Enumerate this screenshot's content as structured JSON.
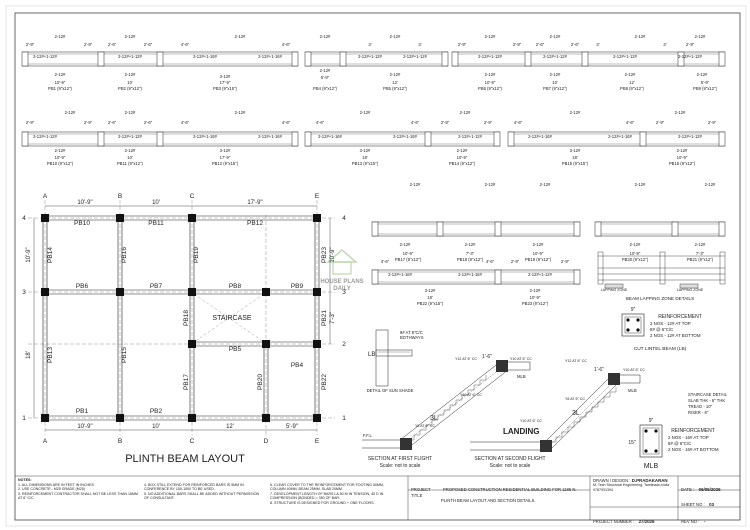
{
  "drawing": {
    "main_title": "PLINTH BEAM LAYOUT",
    "watermark_line1": "HOUSE PLANS",
    "watermark_line2": "DAILY",
    "staircase_label": "STAIRCASE",
    "beam_lapping_caption": "BEAM LAPPING ZONE DETAILS",
    "lapping_zone_label": "LAPPING ZONE",
    "lintel": {
      "caption": "CUT LINTEL BEAM (LB)",
      "size": "9\"",
      "heading": "REINFORCEMENT",
      "line1": "2 NOS - 12# AT TOP",
      "line2": "8# @ 6\"C/C",
      "line3": "2 NOS - 12# AT BOTTOM"
    },
    "mlb": {
      "caption": "MLB",
      "width": "9\"",
      "depth": "15\"",
      "heading": "REINFORCEMENT",
      "line1": "2 NOS - 16# AT TOP",
      "line2": "8# @ 6\"C/C",
      "line3": "2 NOS - 16# AT BOTTOM"
    },
    "staircase_detail": {
      "line1": "STAIRCASE DETAIL",
      "line2": "SLAB THK - 6\" THK",
      "line3": "TREAD - 10\"",
      "line4": "RISER - 6\""
    },
    "sunshade": {
      "label": "LB",
      "note1": "8# AT 6\"C/C",
      "note2": "BOTHWAYS",
      "caption": "DETAIL OF SUN SHADE"
    },
    "first_flight": {
      "title": "SECTION AT FIRST FLIGHT",
      "scale": "Scale: not to scale",
      "ffl": "F.F.L",
      "landing_dim": "1'-6\"",
      "length_label": "3L",
      "bar1": "Y12 AT 6\" CC",
      "bar2": "Y10 AT 6\" CC",
      "bar3": "Y8 AT 6\" CC",
      "mlb": "MLB"
    },
    "second_flight": {
      "title": "SECTION AT SECOND FLIGHT",
      "scale": "Scale: not to scale",
      "landing": "LANDING",
      "landing_dim": "1'-6\"",
      "length_label": "3L",
      "bar1": "Y12 AT 6\" CC",
      "bar2": "Y10 AT 6\" CC",
      "bar3": "Y8 AT 6\" CC",
      "mlb": "MLB"
    },
    "bar_top": "2-12#",
    "bar_extra12": "2-12#+1-12#",
    "bar_extra16": "2-12#+1-16#",
    "bar_bottom": "3-12#",
    "beams_row1": [
      {
        "name": "PB1 (9\"x12\")",
        "span": "10'-9\""
      },
      {
        "name": "PB2 (9\"x12\")",
        "span": "10'"
      },
      {
        "name": "PB3 (9\"x15\")",
        "span": "17'-9\""
      },
      {
        "name": "PB4 (9\"x12\")",
        "span": "5'-9\""
      },
      {
        "name": "PB5 (9\"x12\")",
        "span": "12'"
      },
      {
        "name": "PB6 (9\"x12\")",
        "span": "10'-9\""
      },
      {
        "name": "PB7 (9\"x12\")",
        "span": "10'"
      },
      {
        "name": "PB8 (9\"x12\")",
        "span": "12'"
      },
      {
        "name": "PB9 (9\"x12\")",
        "span": "5'-9\""
      }
    ],
    "beams_row2": [
      {
        "name": "PB10 (9\"x12\")",
        "span": "10'-9\""
      },
      {
        "name": "PB11 (9\"x12\")",
        "span": "10'"
      },
      {
        "name": "PB12 (9\"x15\")",
        "span": "17'-9\""
      },
      {
        "name": "PB13 (9\"x15\")",
        "span": "18'"
      },
      {
        "name": "PB14 (9\"x12\")",
        "span": "10'-9\""
      },
      {
        "name": "PB15 (9\"x15\")",
        "span": "18'"
      },
      {
        "name": "PB16 (9\"x12\")",
        "span": "10'-9\""
      }
    ],
    "beams_row3": [
      {
        "name": "PB17 (9\"x12\")",
        "span": "10'-9\""
      },
      {
        "name": "PB18 (9\"x12\")",
        "span": "7'-3\""
      },
      {
        "name": "PB19 (9\"x12\")",
        "span": "10'-9\""
      },
      {
        "name": "PB20 (9\"x12\")",
        "span": "10'-9\""
      },
      {
        "name": "PB21 (9\"x12\")",
        "span": "7'-3\""
      }
    ],
    "beams_row4": [
      {
        "name": "PB22 (9\"x15\")",
        "span": "18'"
      },
      {
        "name": "PB23 (9\"x12\")",
        "span": "10'-9\""
      }
    ],
    "lap_dims": {
      "a": "2'-9\"",
      "b": "2'-6\"",
      "c": "4'-6\"",
      "d": "3'"
    },
    "grid_cols": [
      "A",
      "B",
      "C",
      "D",
      "E"
    ],
    "grid_rows": [
      "1",
      "2",
      "3",
      "4"
    ],
    "top_dims": [
      "10'-9\"",
      "10'",
      "17'-9\""
    ],
    "bottom_dims": [
      "10'-9\"",
      "10'",
      "12'",
      "5'-9\""
    ],
    "left_dims": [
      "10'-9\"",
      "18'"
    ],
    "right_dims": [
      "10'-9\"",
      "7'-3\""
    ],
    "plan_labels": {
      "PB1": "PB1",
      "PB2": "PB2",
      "PB4": "PB4",
      "PB5": "PB5",
      "PB6": "PB6",
      "PB7": "PB7",
      "PB8": "PB8",
      "PB9": "PB9",
      "PB10": "PB10",
      "PB11": "PB11",
      "PB12": "PB12",
      "PB13": "PB13",
      "PB14": "PB14",
      "PB15": "PB15",
      "PB16": "PB16",
      "PB17": "PB17",
      "PB18": "PB18",
      "PB19": "PB19",
      "PB20": "PB20",
      "PB21": "PB21",
      "PB22": "PB22",
      "PB23": "PB23"
    }
  },
  "title_block": {
    "notes_heading": "NOTES:",
    "notes": [
      "1. ALL DIMENSIONS ARE IN FEET IN INCHES",
      "2. USE CONCRETE - M25 GRADE (M25)",
      "3. REINFORCEMENT CONTRACTOR SHALL NOT BE LESS THAN 16MM AT 6\" C/C",
      "4. BOX STILL EXTEND FOR REINFORCED BARS IS 5MM IN CONFERENCE BY 150-1500 TO BE USED.",
      "5. NO ADDITIONAL BARS SHALL BE ADDED WITHOUT PERMISSION OF CONSULTANT.",
      "6. CLEAR COVER TO THE REINFORCEMENT FOR FOOTING 50MM, COLUMN 40MM, BEAM 25MM, SLAB 20MM.",
      "7. DEVELOPMENT LENGTH OF BARS LA 50 M IN TENSION, 40 D IN COMPRESSION (BONDED = 350 OF BAR.",
      "8. STRUCTURE IS DESIGNED FOR GROUND + ONE FLOORS."
    ],
    "project_label": "PROJECT",
    "project_value": "PROPOSED CONSTRUCTION RESIDENTIAL BUILDING FOR 1185 N.",
    "title_label": "TITLE",
    "title_value": "PLINTH BEAM LAYOUT AND SECTION DETAILS.",
    "drawn_label": "DRAWN / DESIGN :",
    "drawn_value": "D.PRADAKARAN",
    "drawn_sub1": "M. Tech Structural Engineering, Tamilnadu,India",
    "drawn_sub2": "9787931394",
    "date_label": "DATE :",
    "date_value": "06/05/2026",
    "sheet_label": "SHEET NO :",
    "sheet_value": "03",
    "project_no_label": "PROJECT NUMBER :",
    "project_no_value": "27/2026",
    "rev_label": "REV NO :",
    "rev_value": "-"
  }
}
